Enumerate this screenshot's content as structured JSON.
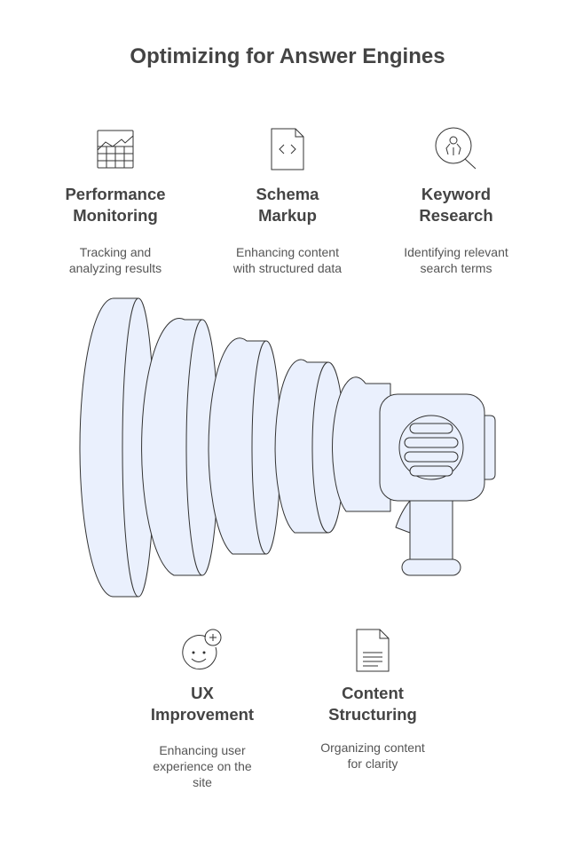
{
  "title": "Optimizing for Answer Engines",
  "items": [
    {
      "heading": "Performance\nMonitoring",
      "description": "Tracking and\nanalyzing results",
      "icon": "chart-grid-icon"
    },
    {
      "heading": "Schema\nMarkup",
      "description": "Enhancing content\nwith structured data",
      "icon": "code-file-icon"
    },
    {
      "heading": "Keyword\nResearch",
      "description": "Identifying relevant\nsearch terms",
      "icon": "magnifier-icon"
    },
    {
      "heading": "UX\nImprovement",
      "description": "Enhancing user\nexperience on the\nsite",
      "icon": "smiley-plus-icon"
    },
    {
      "heading": "Content\nStructuring",
      "description": "Organizing content\nfor clarity",
      "icon": "document-icon"
    }
  ],
  "colors": {
    "fill": "#eaf0fd",
    "stroke": "#333333",
    "text": "#444444"
  }
}
